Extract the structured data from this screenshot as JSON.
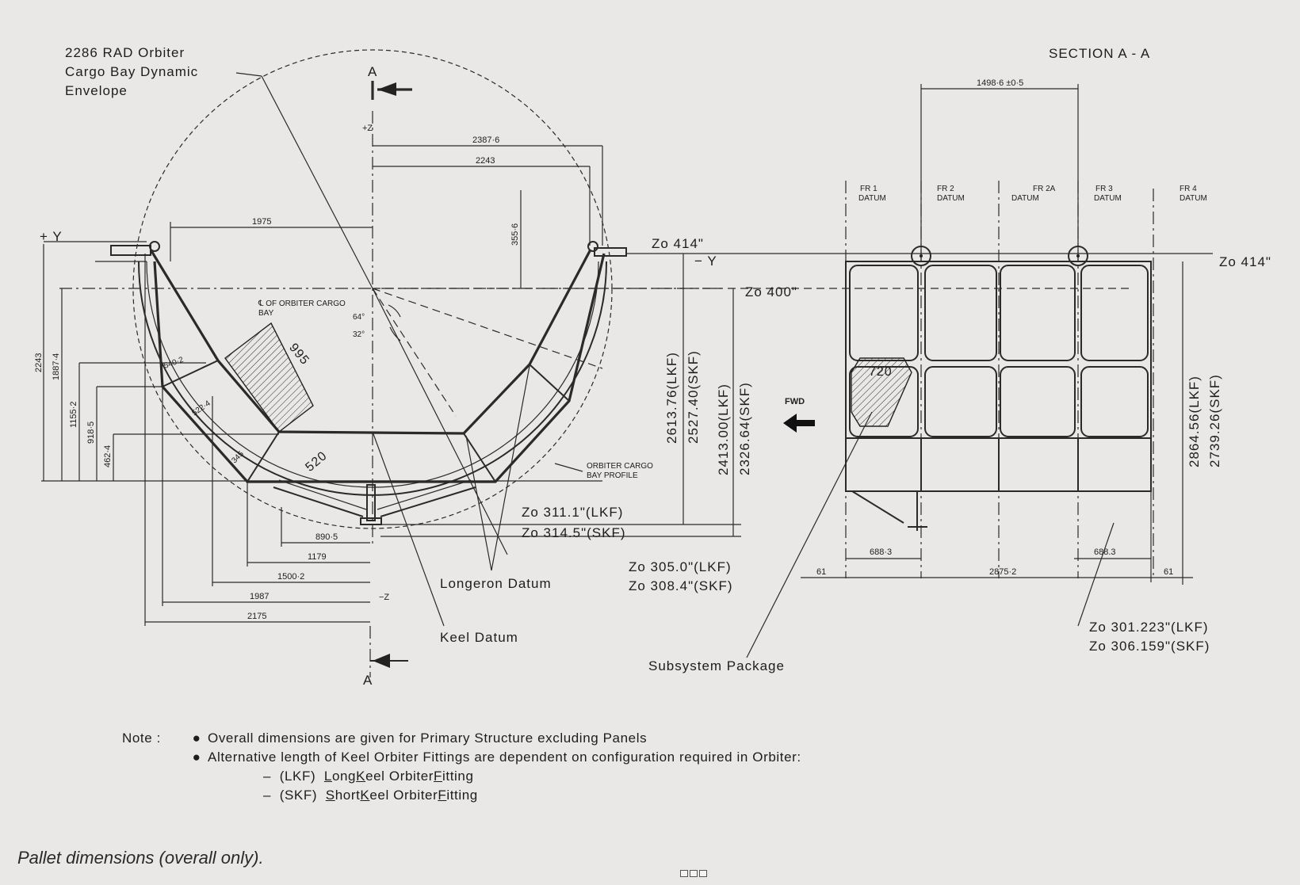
{
  "left_view": {
    "envelope_label": [
      "2286 RAD Orbiter",
      "Cargo Bay Dynamic",
      "Envelope"
    ],
    "section_marker": "A",
    "plus_z": "+Z",
    "minus_z": "−Z",
    "plus_y": "+ Y",
    "minus_y": "− Y",
    "cl_label": [
      "℄ OF ORBITER CARGO",
      "BAY"
    ],
    "profile_label": [
      "ORBITER CARGO",
      "BAY PROFILE"
    ],
    "angle_64": "64°",
    "angle_32": "32°",
    "dim_995": "995",
    "dim_520": "520",
    "dim_top": [
      "2387·6",
      "2243",
      "1975"
    ],
    "dim_355": "355·6",
    "dim_left": [
      "2243",
      "1887·4",
      "1155·2",
      "918·5",
      "462·4"
    ],
    "dim_bottom": [
      "890·5",
      "1179",
      "1500·2",
      "1987",
      "2175"
    ],
    "dim_inner": [
      "540·2",
      "522·4",
      "345"
    ],
    "zo_414": "Zo 414\"",
    "zo_400": "Zo 400\"",
    "zo_311": "Zo 311.1\"(LKF)",
    "zo_314": "Zo 314.5\"(SKF)",
    "zo_305": "Zo 305.0\"(LKF)",
    "zo_308": "Zo 308.4\"(SKF)",
    "dim_2613": "2613.76(LKF)",
    "dim_2527": "2527.40(SKF)",
    "dim_2413": "2413.00(LKF)",
    "dim_2326": "2326.64(SKF)",
    "longeron": "Longeron Datum",
    "keel": "Keel Datum"
  },
  "right_view": {
    "title": "SECTION A - A",
    "dim_top": "1498·6 ±0·5",
    "frames": [
      {
        "a": "FR 1",
        "b": "DATUM"
      },
      {
        "a": "FR 2",
        "b": "DATUM"
      },
      {
        "a": "FR 2A",
        "b": "DATUM"
      },
      {
        "a": "FR 3",
        "b": "DATUM"
      },
      {
        "a": "FR 4",
        "b": "DATUM"
      }
    ],
    "zo_414": "Zo 414\"",
    "fwd": "FWD",
    "dim_720": "720",
    "dim_2864": "2864.56(LKF)",
    "dim_2739": "2739.26(SKF)",
    "dim_688a": "688·3",
    "dim_688b": "688.3",
    "dim_61a": "61",
    "dim_61b": "61",
    "dim_2875": "2875·2",
    "zo_301": "Zo 301.223\"(LKF)",
    "zo_306": "Zo 306.159\"(SKF)",
    "subsystem": "Subsystem Package"
  },
  "notes": {
    "head": "Note :",
    "line1": "Overall dimensions are given for Primary Structure excluding Panels",
    "line2": "Alternative length of Keel Orbiter Fittings are dependent on configuration required in Orbiter:",
    "lkf_dash": "–",
    "lkf_code": "(LKF)",
    "lkf_text": [
      "L",
      "ong ",
      "K",
      "eel Orbiter ",
      "F",
      "itting"
    ],
    "skf_code": "(SKF)",
    "skf_text": [
      "S",
      "hort ",
      "K",
      "eel Orbiter ",
      "F",
      "itting"
    ]
  },
  "caption": "Pallet dimensions (overall only)."
}
